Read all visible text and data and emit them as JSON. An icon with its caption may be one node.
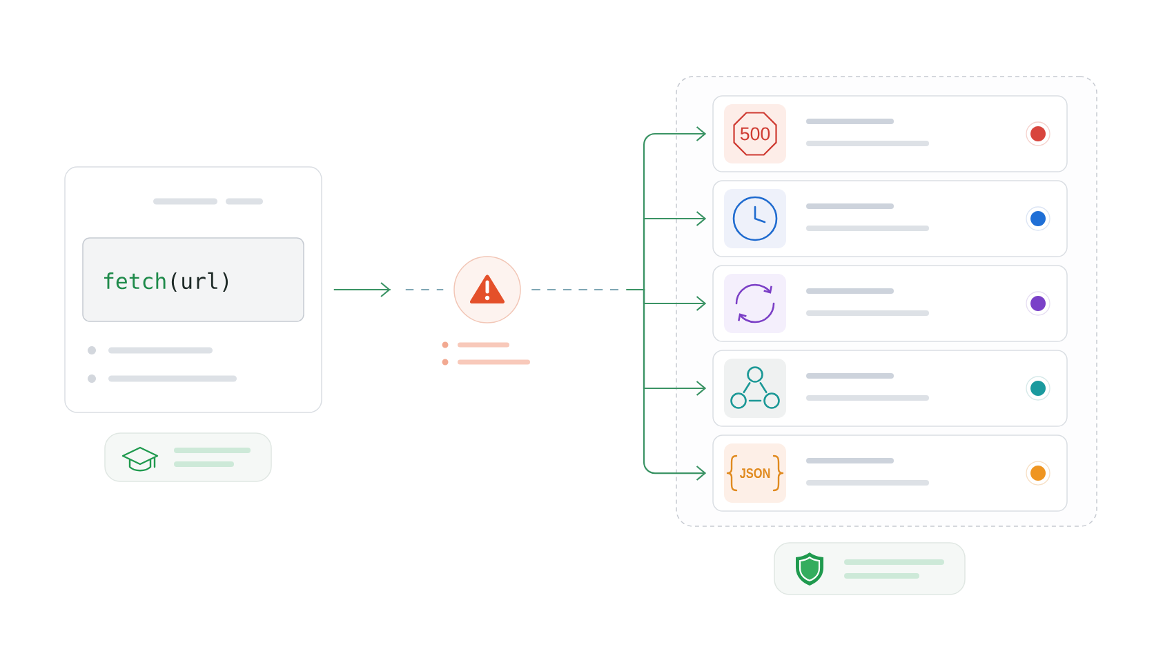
{
  "diagram": {
    "nodes": [
      {
        "text": [],
        "shape": "box"
      },
      {
        "text": [
          "fetch(url)"
        ],
        "in": 0
      },
      {
        "text": [],
        "shape": "box"
      },
      {
        "text": [],
        "shape": "circle"
      },
      {
        "text": [],
        "shape": "box"
      },
      {
        "text": [
          "500"
        ],
        "in": 4
      },
      {
        "text": [],
        "shape": "box",
        "in": 4
      },
      {
        "text": [],
        "shape": "box",
        "in": 4
      },
      {
        "text": [],
        "shape": "box",
        "in": 4
      },
      {
        "text": [
          "JSON"
        ],
        "in": 4
      },
      {
        "text": [],
        "shape": "box"
      }
    ],
    "edges": [
      {
        "from": 0,
        "to": 3,
        "arrow": "to",
        "style": "dashed"
      },
      {
        "from": 3,
        "to": 5,
        "arrow": "to",
        "style": "dashed"
      },
      {
        "from": 3,
        "to": 6,
        "arrow": "to",
        "style": "dashed"
      },
      {
        "from": 3,
        "to": 7,
        "arrow": "to",
        "style": "dashed"
      },
      {
        "from": 3,
        "to": 8,
        "arrow": "to",
        "style": "dashed"
      },
      {
        "from": 3,
        "to": 9,
        "arrow": "to",
        "style": "dashed"
      }
    ]
  }
}
